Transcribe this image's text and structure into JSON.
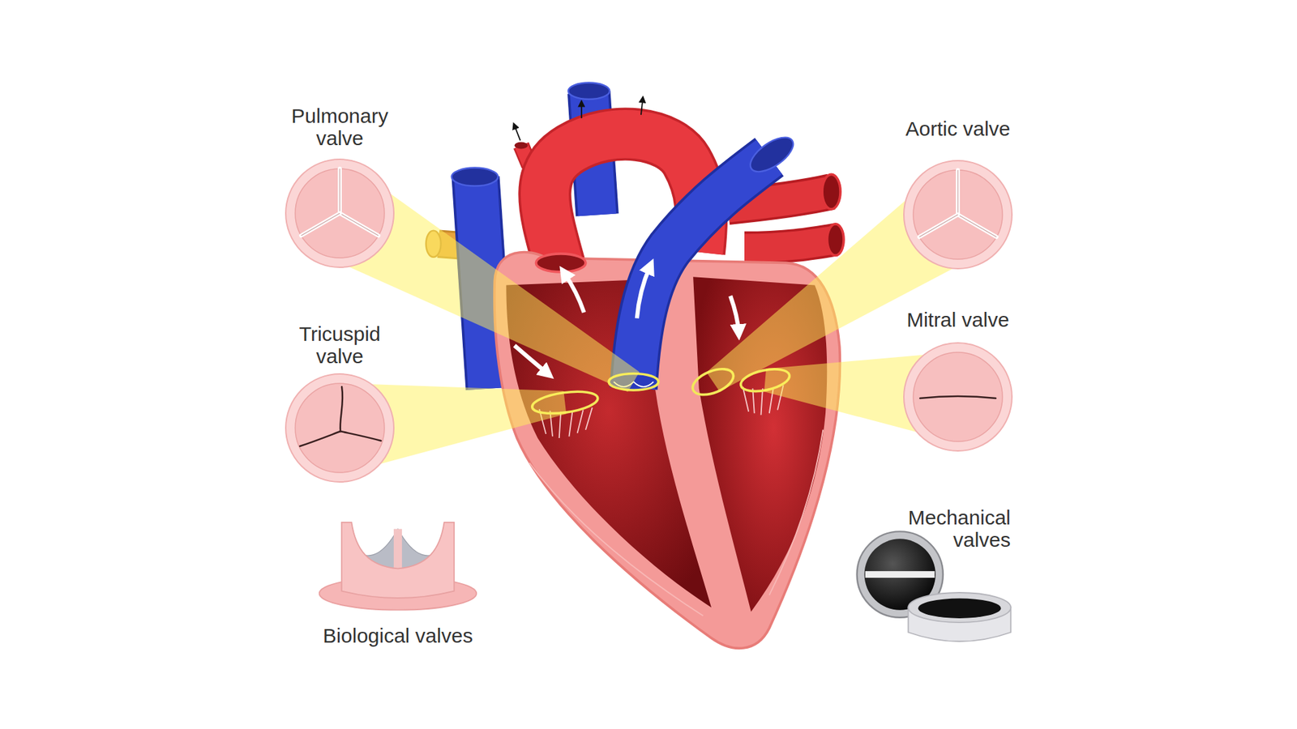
{
  "diagram": {
    "nodes": [
      {
        "text": [
          "Pulmonary valve"
        ]
      },
      {
        "text": [
          "Aortic valve"
        ]
      },
      {
        "text": [
          "Tricuspid valve"
        ]
      },
      {
        "text": [
          "Mitral valve"
        ]
      }
    ],
    "labels": [
      "Biological valves",
      "Mechanical valves"
    ]
  }
}
